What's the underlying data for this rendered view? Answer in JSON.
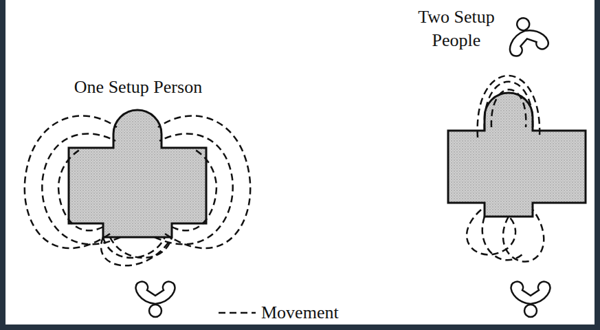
{
  "diagram": {
    "labels": [
      "One Setup Person",
      "Two Setup People"
    ],
    "legend": [
      {
        "text": "Movement"
      }
    ]
  }
}
